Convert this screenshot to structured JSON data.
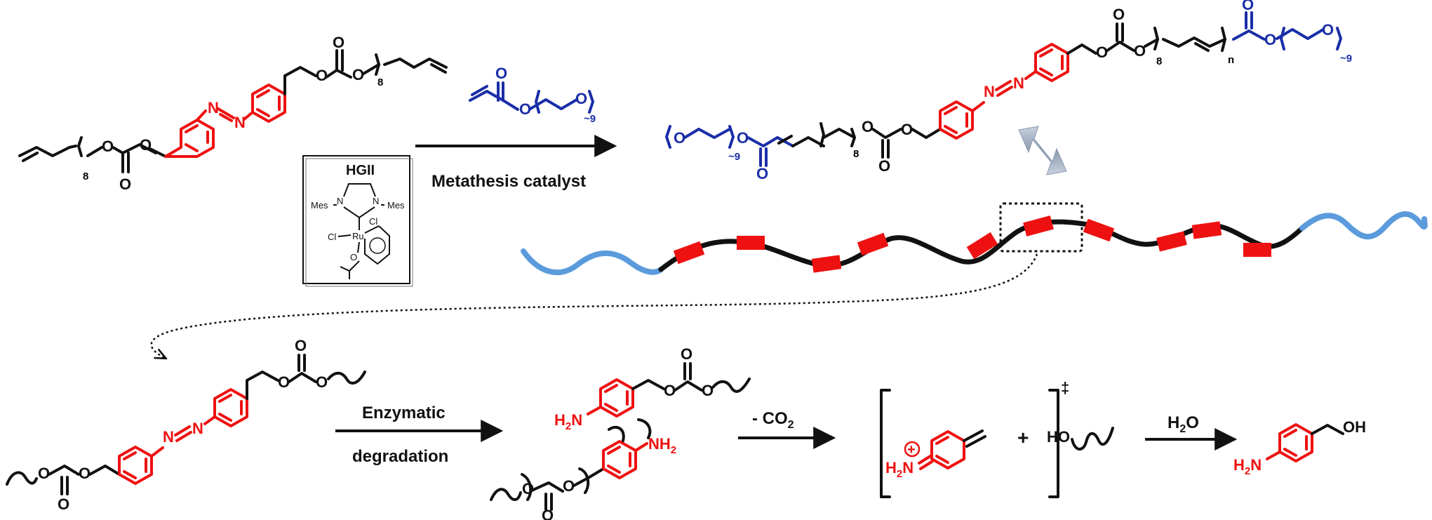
{
  "colors": {
    "azo_red": "#ee1111",
    "peg_blue": "#1a2ea8",
    "chain_black": "#111111",
    "light_blue_chain": "#5b9bdc",
    "arrow_gray": "#9aa8bb"
  },
  "reaction1": {
    "arrow_label": "Metathesis catalyst",
    "catalyst_title": "HGII",
    "catalyst_atoms": {
      "mes": "Mes",
      "n": "N",
      "ru": "Ru",
      "cl": "Cl",
      "o": "O"
    },
    "monomer_subscript": "8",
    "acrylate_subscript": "~9"
  },
  "polymer": {
    "subscript_8": "8",
    "subscript_n": "n",
    "subscript_peg": "~9"
  },
  "degradation": {
    "arrow1_label_line1": "Enzymatic",
    "arrow1_label_line2": "degradation",
    "arrow2_label": "- CO",
    "arrow2_label_sub": "2",
    "arrow3_label": "H",
    "arrow3_label_sub": "2",
    "arrow3_label_tail": "O",
    "plus": "+",
    "double_dagger": "‡",
    "nh2": "NH",
    "nh2_sub": "2",
    "h2n": "H",
    "h2n_sub": "2",
    "h2n_tail": "N",
    "ho": "HO",
    "oh": "OH",
    "oxygen": "O",
    "nitrogen": "N",
    "charge": "+"
  }
}
